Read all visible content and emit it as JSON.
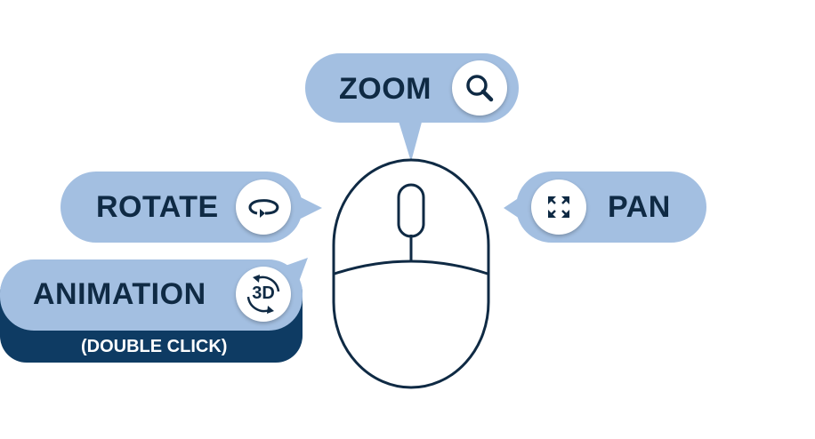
{
  "colors": {
    "bubble": "#a3bfe1",
    "dark_bubble": "#0e3b63",
    "mouse_stroke": "#0f2a44",
    "text": "#0f2a44"
  },
  "labels": {
    "zoom": "ZOOM",
    "rotate": "ROTATE",
    "pan": "PAN",
    "animation": "ANIMATION",
    "animation_sub": "(DOUBLE CLICK)",
    "animation_icon_text": "3D"
  },
  "icons": {
    "zoom": "magnifier-icon",
    "rotate": "rotate-arrow-icon",
    "pan": "expand-arrows-icon",
    "animation": "3d-rotate-icon"
  }
}
